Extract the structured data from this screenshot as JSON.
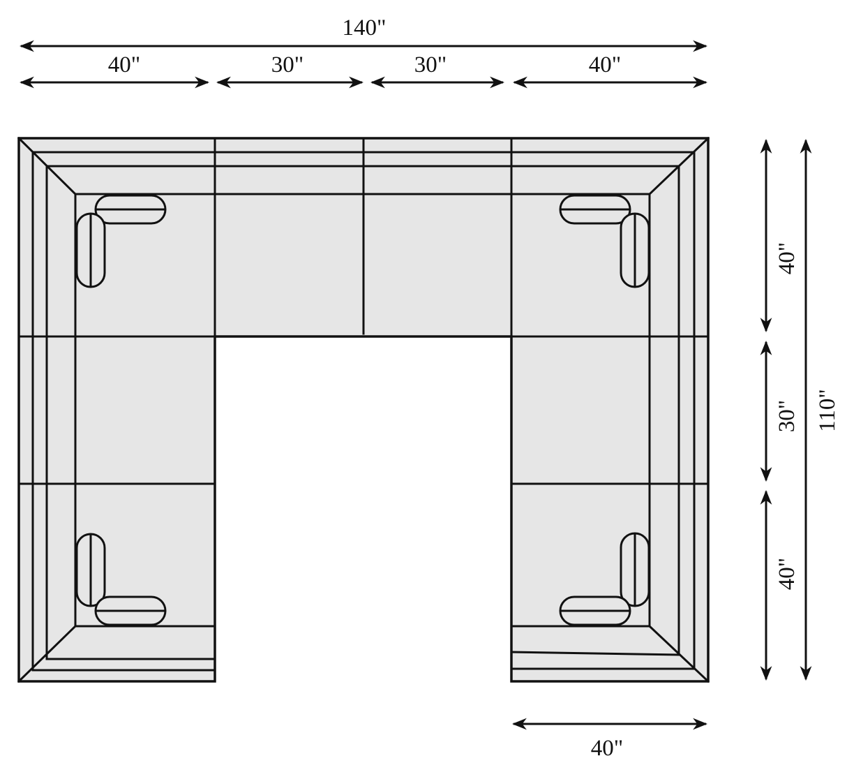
{
  "title": "U-shaped sectional sofa dimensions",
  "colors": {
    "upholstery": "#e6e6e6",
    "line": "#111111"
  },
  "dimensions": {
    "total_width": "140\"",
    "top_segments": [
      "40\"",
      "30\"",
      "30\"",
      "40\""
    ],
    "right_segments": [
      "40\"",
      "30\"",
      "40\""
    ],
    "total_depth": "110\"",
    "bottom_arm_width": "40\""
  }
}
